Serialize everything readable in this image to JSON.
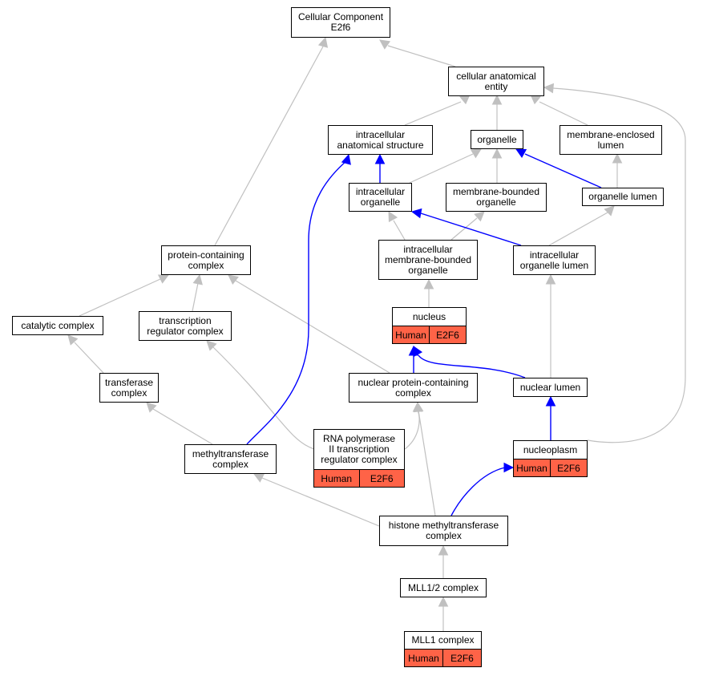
{
  "colors": {
    "gray_edge": "#c0c0c0",
    "blue_edge": "#0000ff",
    "annotation": "#ff6347"
  },
  "nodes": {
    "cellular_component": {
      "label": "Cellular Component\nE2f6"
    },
    "cellular_anatomical_entity": {
      "label": "cellular anatomical\nentity"
    },
    "intracellular_anatomical_structure": {
      "label": "intracellular\nanatomical structure"
    },
    "organelle": {
      "label": "organelle"
    },
    "membrane_enclosed_lumen": {
      "label": "membrane-enclosed\nlumen"
    },
    "intracellular_organelle": {
      "label": "intracellular\norganelle"
    },
    "membrane_bounded_organelle": {
      "label": "membrane-bounded\norganelle"
    },
    "organelle_lumen": {
      "label": "organelle lumen"
    },
    "protein_containing_complex": {
      "label": "protein-containing\ncomplex"
    },
    "intracellular_membrane_bounded_organelle": {
      "label": "intracellular\nmembrane-bounded\norganelle"
    },
    "intracellular_organelle_lumen": {
      "label": "intracellular\norganelle lumen"
    },
    "catalytic_complex": {
      "label": "catalytic complex"
    },
    "transcription_regulator_complex": {
      "label": "transcription\nregulator complex"
    },
    "nucleus": {
      "label": "nucleus",
      "species": "Human",
      "gene": "E2F6"
    },
    "transferase_complex": {
      "label": "transferase\ncomplex"
    },
    "nuclear_protein_containing_complex": {
      "label": "nuclear protein-containing\ncomplex"
    },
    "nuclear_lumen": {
      "label": "nuclear lumen"
    },
    "rna_polymerase_ii_complex": {
      "label": "RNA polymerase\nII transcription\nregulator complex",
      "species": "Human",
      "gene": "E2F6"
    },
    "methyltransferase_complex": {
      "label": "methyltransferase\ncomplex"
    },
    "nucleoplasm": {
      "label": "nucleoplasm",
      "species": "Human",
      "gene": "E2F6"
    },
    "histone_methyltransferase_complex": {
      "label": "histone methyltransferase\ncomplex"
    },
    "mll12_complex": {
      "label": "MLL1/2 complex"
    },
    "mll1_complex": {
      "label": "MLL1 complex",
      "species": "Human",
      "gene": "E2F6"
    }
  }
}
